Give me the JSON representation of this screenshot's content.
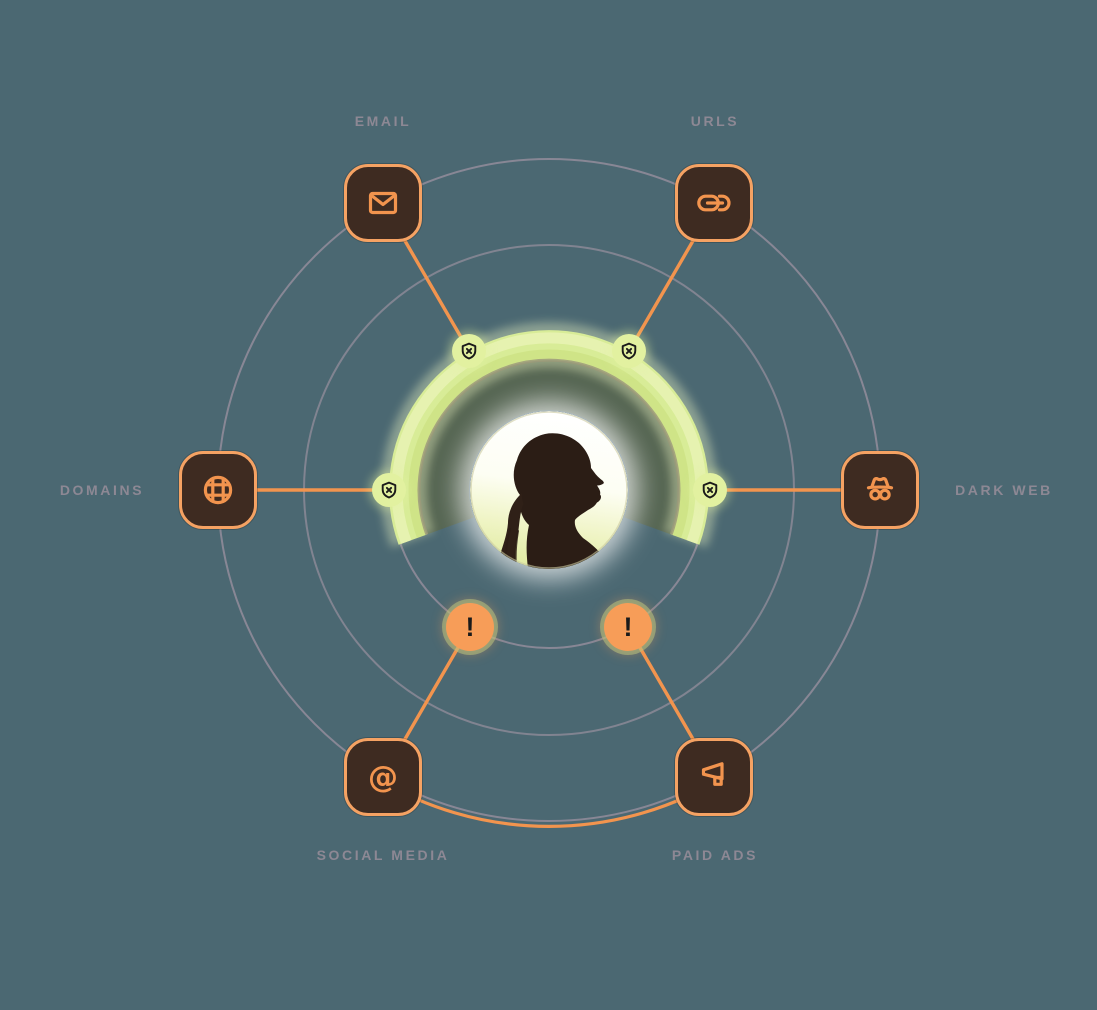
{
  "colors": {
    "background": "#4B6872",
    "accent_orange": "#F2944E",
    "tile_brown": "#3E2B21",
    "tile_border": "#F5A263",
    "label_gray": "#8D8894",
    "ring_gray": "#8F8B99",
    "lime": "#D8EC97",
    "lime_glow": "#ECF5C2",
    "olive_shade": "#5E6238",
    "badge_lime": "#E2F1A0",
    "alert_orange": "#F79D58",
    "ink": "#1A1A1A"
  },
  "glyphs": {
    "at": "@",
    "alert": "!"
  },
  "nodes": [
    {
      "id": "email",
      "label": "EMAIL",
      "icon": "envelope-icon",
      "status": "protected"
    },
    {
      "id": "urls",
      "label": "URLS",
      "icon": "link-icon",
      "status": "protected"
    },
    {
      "id": "domains",
      "label": "DOMAINS",
      "icon": "globe-icon",
      "status": "protected"
    },
    {
      "id": "dark_web",
      "label": "DARK WEB",
      "icon": "incognito-icon",
      "status": "protected"
    },
    {
      "id": "social_media",
      "label": "SOCIAL MEDIA",
      "icon": "at-sign-icon",
      "status": "alert"
    },
    {
      "id": "paid_ads",
      "label": "PAID ADS",
      "icon": "megaphone-icon",
      "status": "alert"
    }
  ],
  "status_badges": {
    "shield_icon": "shield-x-icon",
    "shield_count": 4,
    "alert_count": 2
  },
  "center_avatar": {
    "icon": "woman-profile-silhouette-photo"
  }
}
